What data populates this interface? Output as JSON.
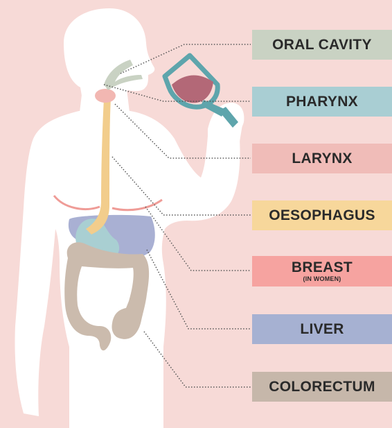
{
  "labels": {
    "oral_cavity": {
      "text": "ORAL CAVITY",
      "color": "#c9d2c3"
    },
    "pharynx": {
      "text": "PHARYNX",
      "color": "#a9ced3"
    },
    "larynx": {
      "text": "LARYNX",
      "color": "#f0bcb8"
    },
    "oesophagus": {
      "text": "OESOPHAGUS",
      "color": "#f7d79b"
    },
    "breast": {
      "text": "BREAST",
      "sub": "(IN WOMEN)",
      "color": "#f6a3a0"
    },
    "liver": {
      "text": "LIVER",
      "color": "#a6b1d2"
    },
    "colorectum": {
      "text": "COLORECTUM",
      "color": "#c6b7aa"
    }
  },
  "colors": {
    "background": "#f7dad7",
    "silhouette": "#ffffff",
    "glass": "#5ea5ac",
    "wine": "#b36877",
    "esophagus": "#f2cd8c",
    "stomach": "#a9cfd2",
    "liver": "#a9b0d3",
    "intestine": "#cbbbad",
    "breast_line": "#ef9c97",
    "larynx": "#f2b7b2",
    "leader": "#555555"
  },
  "icons": [
    "wine-glass-icon"
  ]
}
